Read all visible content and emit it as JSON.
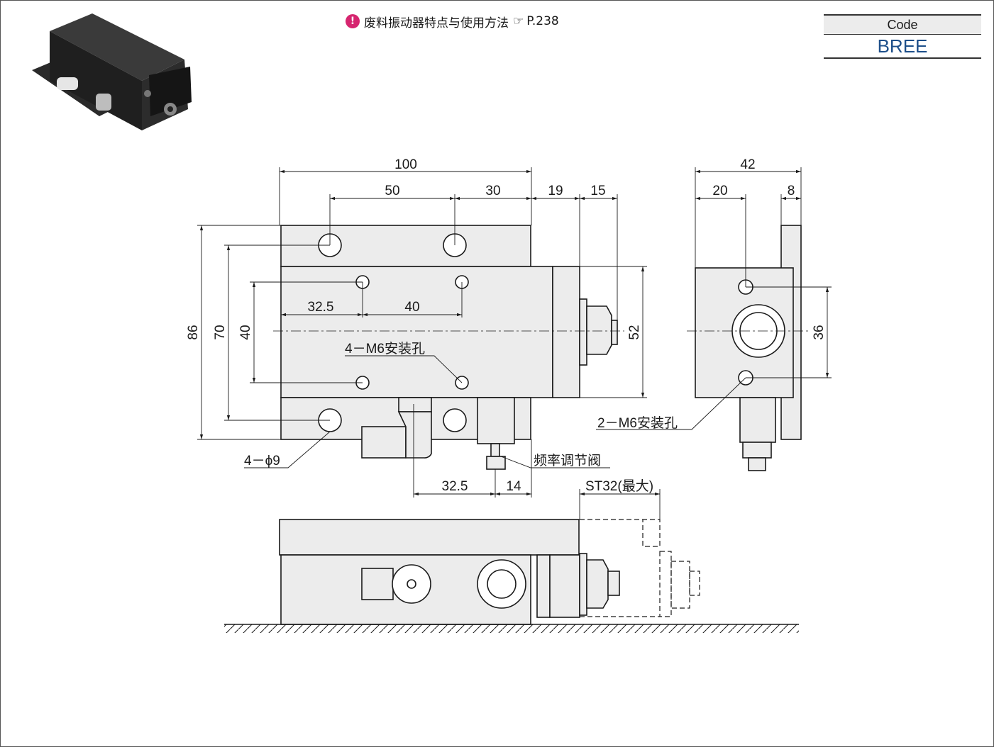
{
  "header": {
    "note_text": "废料振动器特点与使用方法",
    "note_ref": "P.238",
    "warn_icon": "exclamation-icon",
    "hand_icon": "pointing-hand-icon",
    "code_label": "Code",
    "code_value": "BREE",
    "code_color": "#1e4f8a",
    "accent_color": "#d6256f"
  },
  "dimensions": {
    "d100": "100",
    "d50": "50",
    "d30": "30",
    "d19": "19",
    "d15": "15",
    "d42": "42",
    "d20": "20",
    "d8": "8",
    "d86": "86",
    "d70": "70",
    "d40v": "40",
    "d52": "52",
    "d36": "36",
    "d32_5a": "32.5",
    "d40h": "40",
    "d32_5b": "32.5",
    "d14": "14",
    "st": "ST32(最大)"
  },
  "callouts": {
    "mount_holes_4": "4－M6安装孔",
    "mount_holes_2": "2－M6安装孔",
    "through_holes": "4－ϕ9",
    "valve": "频率调节阀"
  }
}
